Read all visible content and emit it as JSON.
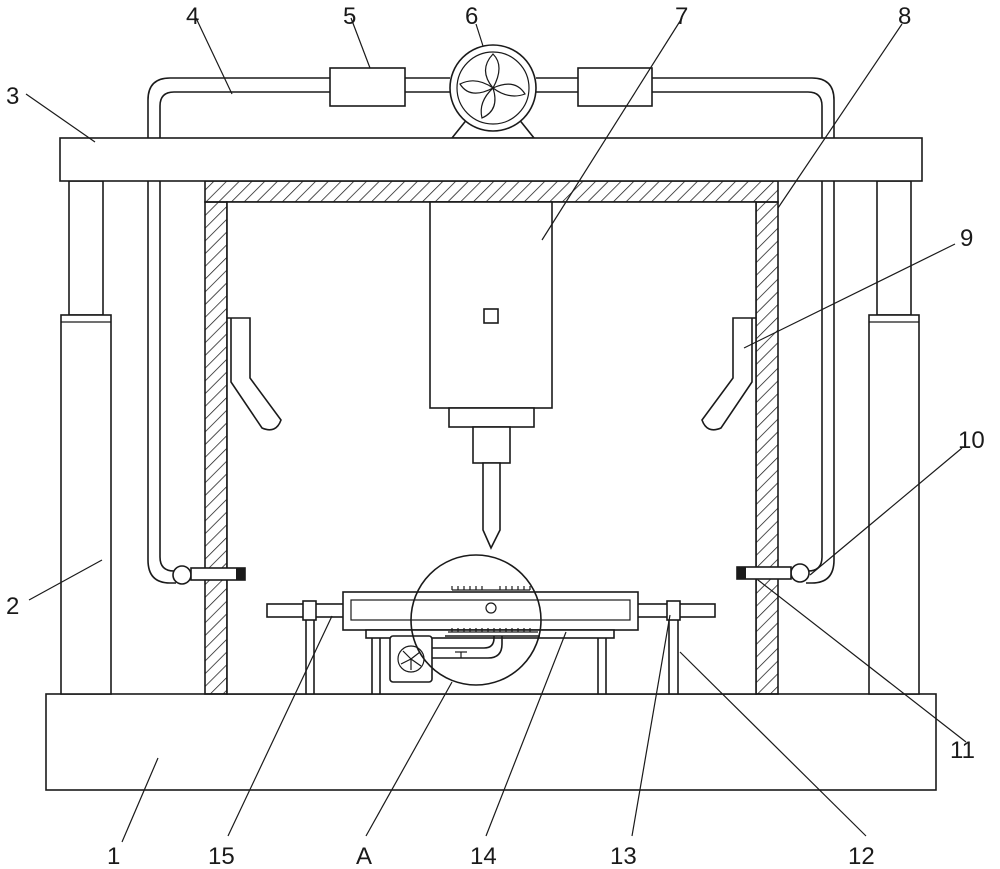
{
  "figure": {
    "labels": {
      "l1": "1",
      "l2": "2",
      "l3": "3",
      "l4": "4",
      "l5": "5",
      "l6": "6",
      "l7": "7",
      "l8": "8",
      "l9": "9",
      "l10": "10",
      "l11": "11",
      "l12": "12",
      "l13": "13",
      "l14": "14",
      "l15": "15",
      "lA": "A"
    }
  }
}
